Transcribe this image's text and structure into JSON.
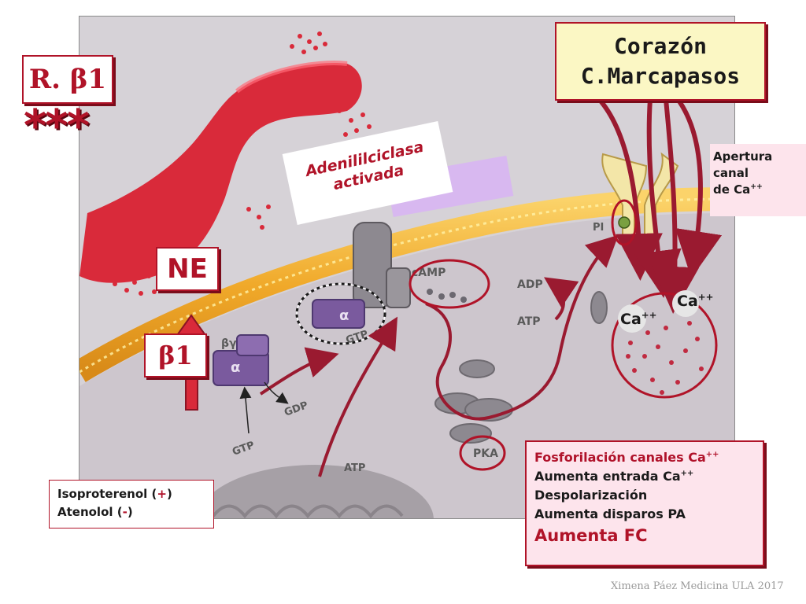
{
  "heart_box": {
    "line1": "Corazón",
    "line2": "C.Marcapasos"
  },
  "receptor_box": {
    "label": "R. β1"
  },
  "stars": "***",
  "ne_box": {
    "label": "NE"
  },
  "beta1_box": {
    "label": "β1"
  },
  "adenylyl_box": {
    "line1": "Adenililciclasa",
    "line2": "activada"
  },
  "channel_box": {
    "line1": "Apertura",
    "line2": "canal",
    "line3": "de Ca",
    "line3_sup": "++"
  },
  "effects_box": {
    "line1": "Fosforilación canales Ca",
    "line1_sup": "++",
    "line2": "Aumenta entrada Ca",
    "line2_sup": "++",
    "line3": "Despolarización",
    "line4": "Aumenta disparos PA",
    "line5": "Aumenta FC"
  },
  "drugs_box": {
    "line1_pre": "Isoproterenol (",
    "line1_sign": "+",
    "line1_post": ")",
    "line2_pre": "Atenolol (",
    "line2_sign": "-",
    "line2_post": ")"
  },
  "calcium_labels": {
    "ca_a": "Ca",
    "ca_b": "Ca",
    "sup": "++"
  },
  "diagram_labels": {
    "camp": "cAMP",
    "adp": "ADP",
    "atp_right": "ATP",
    "pi": "PI",
    "gtp_top": "GTP",
    "gtp_bottom": "GTP",
    "gdp": "GDP",
    "atp_bottom": "ATP",
    "pka": "PKA",
    "alpha1": "α",
    "alpha2": "α",
    "beta_gamma": "βγ",
    "ca_channel": "Ca"
  },
  "credit": "Ximena Páez Medicina ULA 2017",
  "colors": {
    "accent": "#b01328",
    "membrane": "#f2b02c",
    "nerve": "#e0303c",
    "protein": "#7a5a9e",
    "cell": "#d6d2d7"
  }
}
